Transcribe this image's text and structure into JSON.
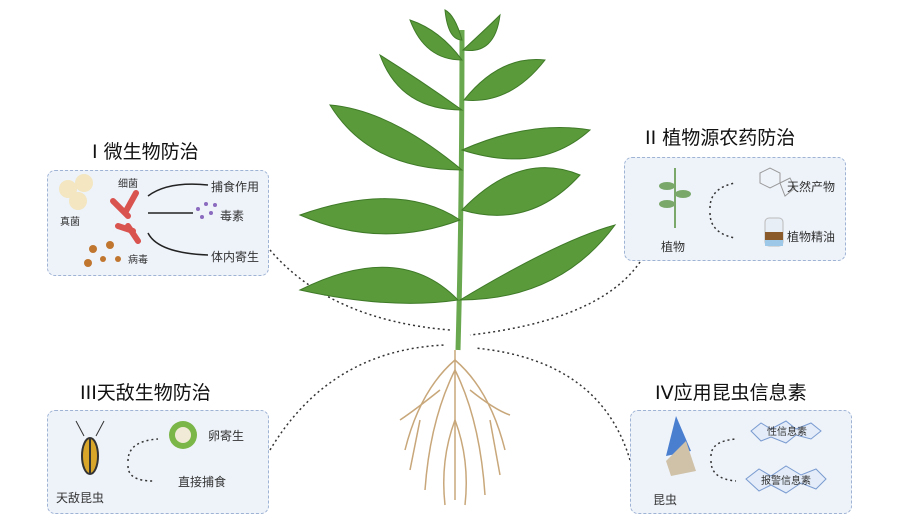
{
  "sections": [
    {
      "title": "I 微生物防治",
      "labels": {
        "bacteria": "细菌",
        "fungi": "真菌",
        "virus": "病毒",
        "predation": "捕食作用",
        "toxin": "毒素",
        "parasitism": "体内寄生"
      }
    },
    {
      "title": "II 植物源农药防治",
      "labels": {
        "plant": "植物",
        "natural_product": "天然产物",
        "essential_oil": "植物精油"
      }
    },
    {
      "title": "III天敌生物防治",
      "labels": {
        "insect": "天敌昆虫",
        "egg_parasitism": "卵寄生",
        "direct_predation": "直接捕食"
      }
    },
    {
      "title": "IV应用昆虫信息素",
      "labels": {
        "insect": "昆虫",
        "sex_pheromone": "性信息素",
        "alarm_pheromone": "报警信息素"
      }
    }
  ],
  "colors": {
    "box_fill": "#eef3fa",
    "box_border": "#9fb3d4",
    "leaf": "#5a9a3a",
    "root": "#c8a77a"
  }
}
